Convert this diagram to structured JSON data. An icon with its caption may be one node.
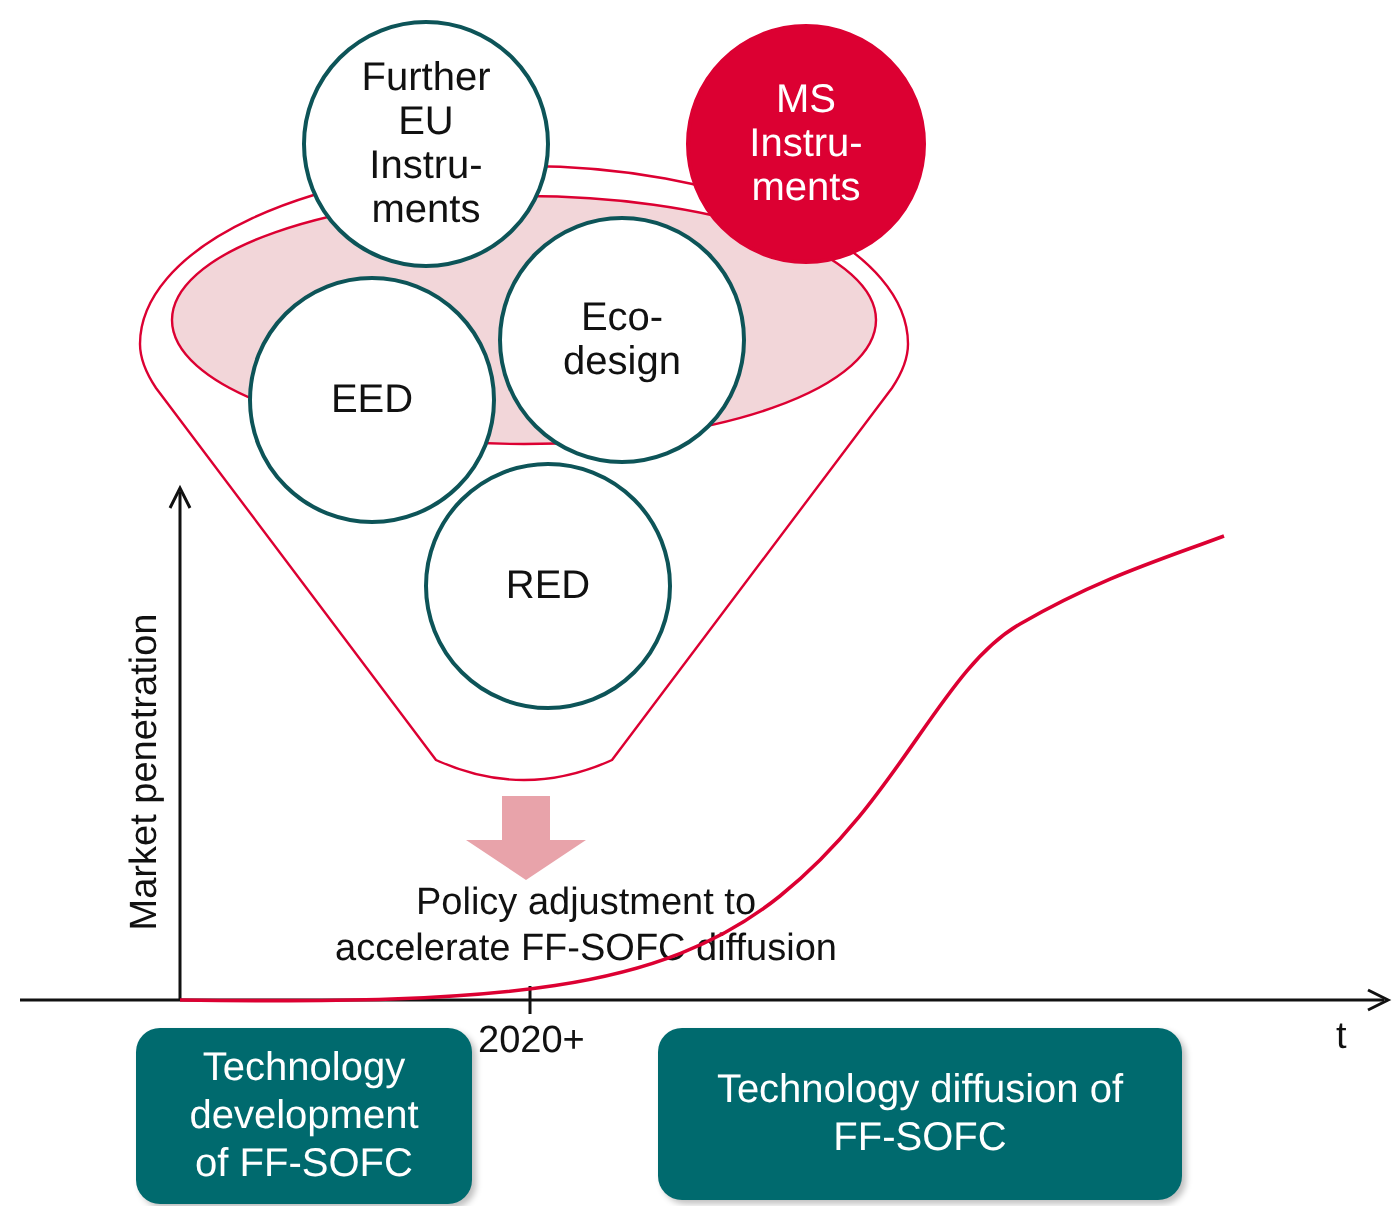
{
  "diagram": {
    "nodes": [
      {
        "text": [],
        "shape": "funnel"
      },
      {
        "text": [
          "Further EU Instru-ments"
        ]
      },
      {
        "text": [
          "MS Instru-ments"
        ]
      },
      {
        "text": [
          "EED"
        ],
        "in": 0
      },
      {
        "text": [
          "Eco-design"
        ],
        "in": 0
      },
      {
        "text": [
          "RED"
        ],
        "in": 0
      },
      {
        "text": [
          "Policy adjustment to accelerate FF-SOFC diffusion"
        ]
      },
      {
        "text": [
          "Technology development of FF-SOFC"
        ]
      },
      {
        "text": [
          "Technology diffusion of FF-SOFC"
        ]
      }
    ],
    "edges": [
      {
        "from": 0,
        "to": 6,
        "arrow": "to",
        "style": "thick",
        "color": "#e8a3aa"
      }
    ],
    "labels": [
      "Market penetration",
      "2020+",
      "t"
    ]
  }
}
